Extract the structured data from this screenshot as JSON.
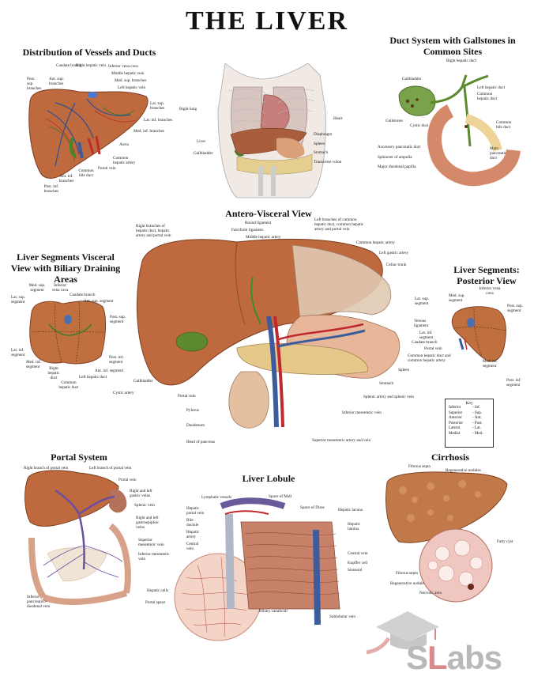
{
  "title": "THE LIVER",
  "panels": {
    "vessels": {
      "title": "Distribution of Vessels and Ducts",
      "labels": [
        "Caudate branch",
        "Right hepatic vein",
        "Inferior vena cava",
        "Middle hepatic vein",
        "Med. sup. branches",
        "Left hepatic vein",
        "Post. sup. branches",
        "Ant. sup. branches",
        "Lat. sup. branches",
        "Lat. inf. branches",
        "Med. inf. branches",
        "Aorta",
        "Common hepatic artery",
        "Portal vein",
        "Common bile duct",
        "Ant. inf. branches",
        "Post. inf. branches"
      ]
    },
    "thorax": {
      "labels": [
        "Right lung",
        "Heart",
        "Liver",
        "Diaphragm",
        "Gallbladder",
        "Spleen",
        "Stomach",
        "Transverse colon"
      ]
    },
    "duct": {
      "title": "Duct System with Gallstones in Common Sites",
      "labels": [
        "Right hepatic duct",
        "Gallbladder",
        "Left hepatic duct",
        "Common hepatic duct",
        "Gallstones",
        "Cystic duct",
        "Common bile duct",
        "Accessory pancreatic duct",
        "Main pancreatic duct",
        "Sphincter of ampulla",
        "Major duodenal papilla"
      ]
    },
    "antero": {
      "title": "Antero-Visceral View",
      "labels": [
        "Round ligament",
        "Right branches of hepatic duct, hepatic artery and portal vein",
        "Falciform ligament",
        "Middle hepatic artery",
        "Left branches of common hepatic duct, common hepatic artery and portal vein",
        "Common hepatic artery",
        "Left gastric artery",
        "Celiac trunk",
        "Spleen",
        "Stomach",
        "Gallbladder",
        "Cystic artery",
        "Splenic artery and splenic vein",
        "Portal vein",
        "Inferior mesenteric vein",
        "Pylorus",
        "Duodenum",
        "Superior mesenteric artery and vein",
        "Head of pancreas"
      ]
    },
    "segments_visceral": {
      "title": "Liver Segments Visceral View with Biliary Draining Areas",
      "labels": [
        "Med. sup. segment",
        "Inferior vena cava",
        "Lat. sup. segment",
        "Caudate branch",
        "Ant. sup. segment",
        "Post. sup. segment",
        "Lat. inf. segment",
        "Med. inf. segment",
        "Right hepatic duct",
        "Post. inf. segment",
        "Ant. inf. segment",
        "Left hepatic duct",
        "Common hepatic duct"
      ]
    },
    "segments_posterior": {
      "title": "Liver Segments: Posterior View",
      "labels": [
        "Inferior vena cava",
        "Lat. sup. segment",
        "Med. sup. segment",
        "Post. sup. segment",
        "Venous ligament",
        "Lat. inf. segment",
        "Caudate branch",
        "Portal vein",
        "Common hepatic duct and common hepatic artery",
        "Med. inf. segment",
        "Post. inf. segment"
      ]
    },
    "key": {
      "title": "Key",
      "rows": [
        [
          "Inferior",
          "Inf."
        ],
        [
          "Superior",
          "Sup."
        ],
        [
          "Anterior",
          "Ant."
        ],
        [
          "Posterior",
          "Post."
        ],
        [
          "Lateral",
          "Lat."
        ],
        [
          "Medial",
          "Med."
        ]
      ]
    },
    "portal": {
      "title": "Portal System",
      "labels": [
        "Right branch of portal vein",
        "Left branch of portal vein",
        "Portal vein",
        "Right and left gastric veins",
        "Splenic vein",
        "Right and left gastroepiploic veins",
        "Superior mesenteric vein",
        "Inferior mesenteric vein",
        "Inferior pancreatico-duodenal vein"
      ]
    },
    "lobule": {
      "title": "Liver Lobule",
      "labels": [
        "Lymphatic vessels",
        "Space of Mall",
        "Space of Disse",
        "Hepatic lacuna",
        "Hepatic portal vein",
        "Hepatic lamina",
        "Bile ductule",
        "Hepatic artery",
        "Central vein",
        "Central vein",
        "Kupffer cell",
        "Sinusoid",
        "Hepatic cells",
        "Portal space",
        "Biliary canaliculi",
        "Sublobular vein"
      ]
    },
    "cirrhosis": {
      "title": "Cirrhosis",
      "labels": [
        "Fibrous septa",
        "Regenerative nodules",
        "Fatty cyst",
        "Fibrous septa",
        "Regenerative nodule",
        "Necrotic area"
      ]
    }
  },
  "watermark": {
    "text_a": "S",
    "text_b": "L",
    "text_c": "abs"
  },
  "colors": {
    "liver": "#b8663f",
    "liver_light": "#d9946a",
    "vein": "#3d5c9e",
    "artery": "#c0282e",
    "bile": "#4e7a2e",
    "pancreas": "#e6c88a",
    "stomach": "#e7b59a"
  }
}
